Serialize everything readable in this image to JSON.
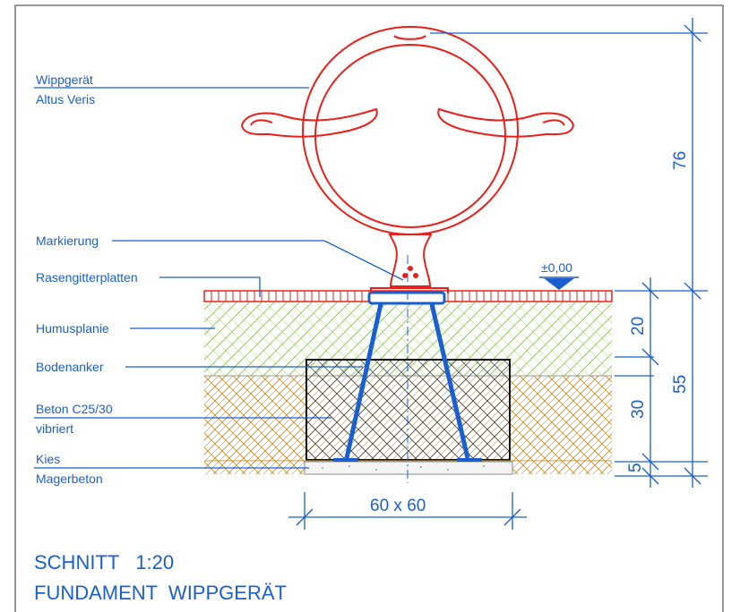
{
  "labels": {
    "wippgeraet": "Wippgerät",
    "altus_veris": "Altus Veris",
    "markierung": "Markierung",
    "rasengitterplatten": "Rasengitterplatten",
    "humusplanie": "Humusplanie",
    "bodenanker": "Bodenanker",
    "beton": "Beton C25/30",
    "vibriert": "vibriert",
    "kies": "Kies",
    "magerbeton": "Magerbeton"
  },
  "level_marker": "±0,00",
  "dimensions": {
    "height_device": "76",
    "depth_total": "55",
    "humus": "20",
    "beton": "30",
    "kies": "5",
    "foundation_size": "60 x 60"
  },
  "title": {
    "line1": "SCHNITT   1:20",
    "line2": "FUNDAMENT  WIPPGERÄT"
  },
  "colors": {
    "annotation": "#1a5fd0",
    "device": "#e8201a",
    "humus_hatch": "#8fd14f",
    "gravel_hatch": "#c99a3a",
    "concrete_hatch": "#555555"
  }
}
